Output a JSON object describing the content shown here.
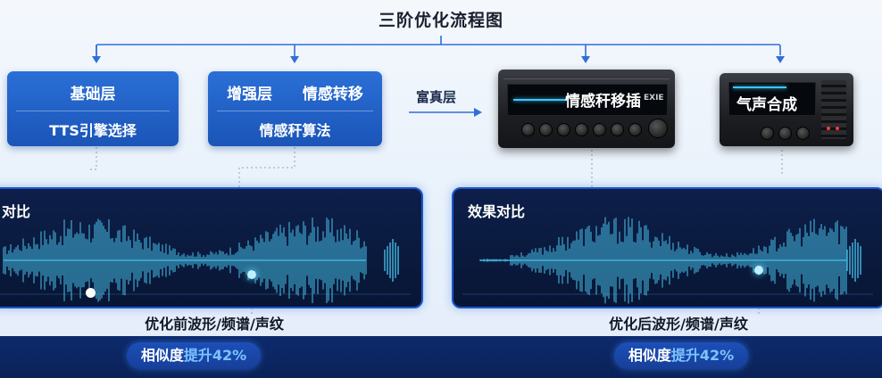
{
  "title": "三阶优化流程图",
  "cards": {
    "base_line1": "基础层",
    "base_line2": "TTS引擎选择",
    "enhance_line1a": "增强层",
    "enhance_line1b": "情感转移",
    "enhance_line2": "情感秆算法"
  },
  "fuzhen_label": "富真层",
  "devices": {
    "left_screen_text": "情感秆移插",
    "left_screen_small": "EXIE",
    "right_screen_text": "气声合成"
  },
  "panels": {
    "left_header": "对比",
    "right_header": "效果对比"
  },
  "captions": {
    "left": "优化前波形/频谱/声纹",
    "right": "优化后波形/频谱/声纹"
  },
  "badges": {
    "left_prefix": "相似度",
    "left_highlight": "提升42%",
    "right_prefix": "相似度",
    "right_highlight": "提升42%"
  },
  "colors": {
    "card_blue": "#1f5fc8",
    "panel_navy": "#0b1a3f",
    "wave_cyan": "#4fd6ff",
    "highlight": "#7cc4ff"
  }
}
